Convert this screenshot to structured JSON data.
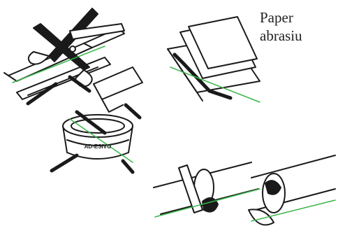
{
  "label": {
    "line1": "Paper",
    "line2": "abrasiu"
  },
  "can_label": "AD-ESIVO",
  "colors": {
    "ink": "#1a1a1a",
    "accent_green": "#39b54a",
    "paper_bg": "#ffffff"
  },
  "icons": [
    "scissors-icon",
    "knife-icon",
    "adhesive-can-icon",
    "abrasive-paper-icon",
    "pipe-icon"
  ]
}
